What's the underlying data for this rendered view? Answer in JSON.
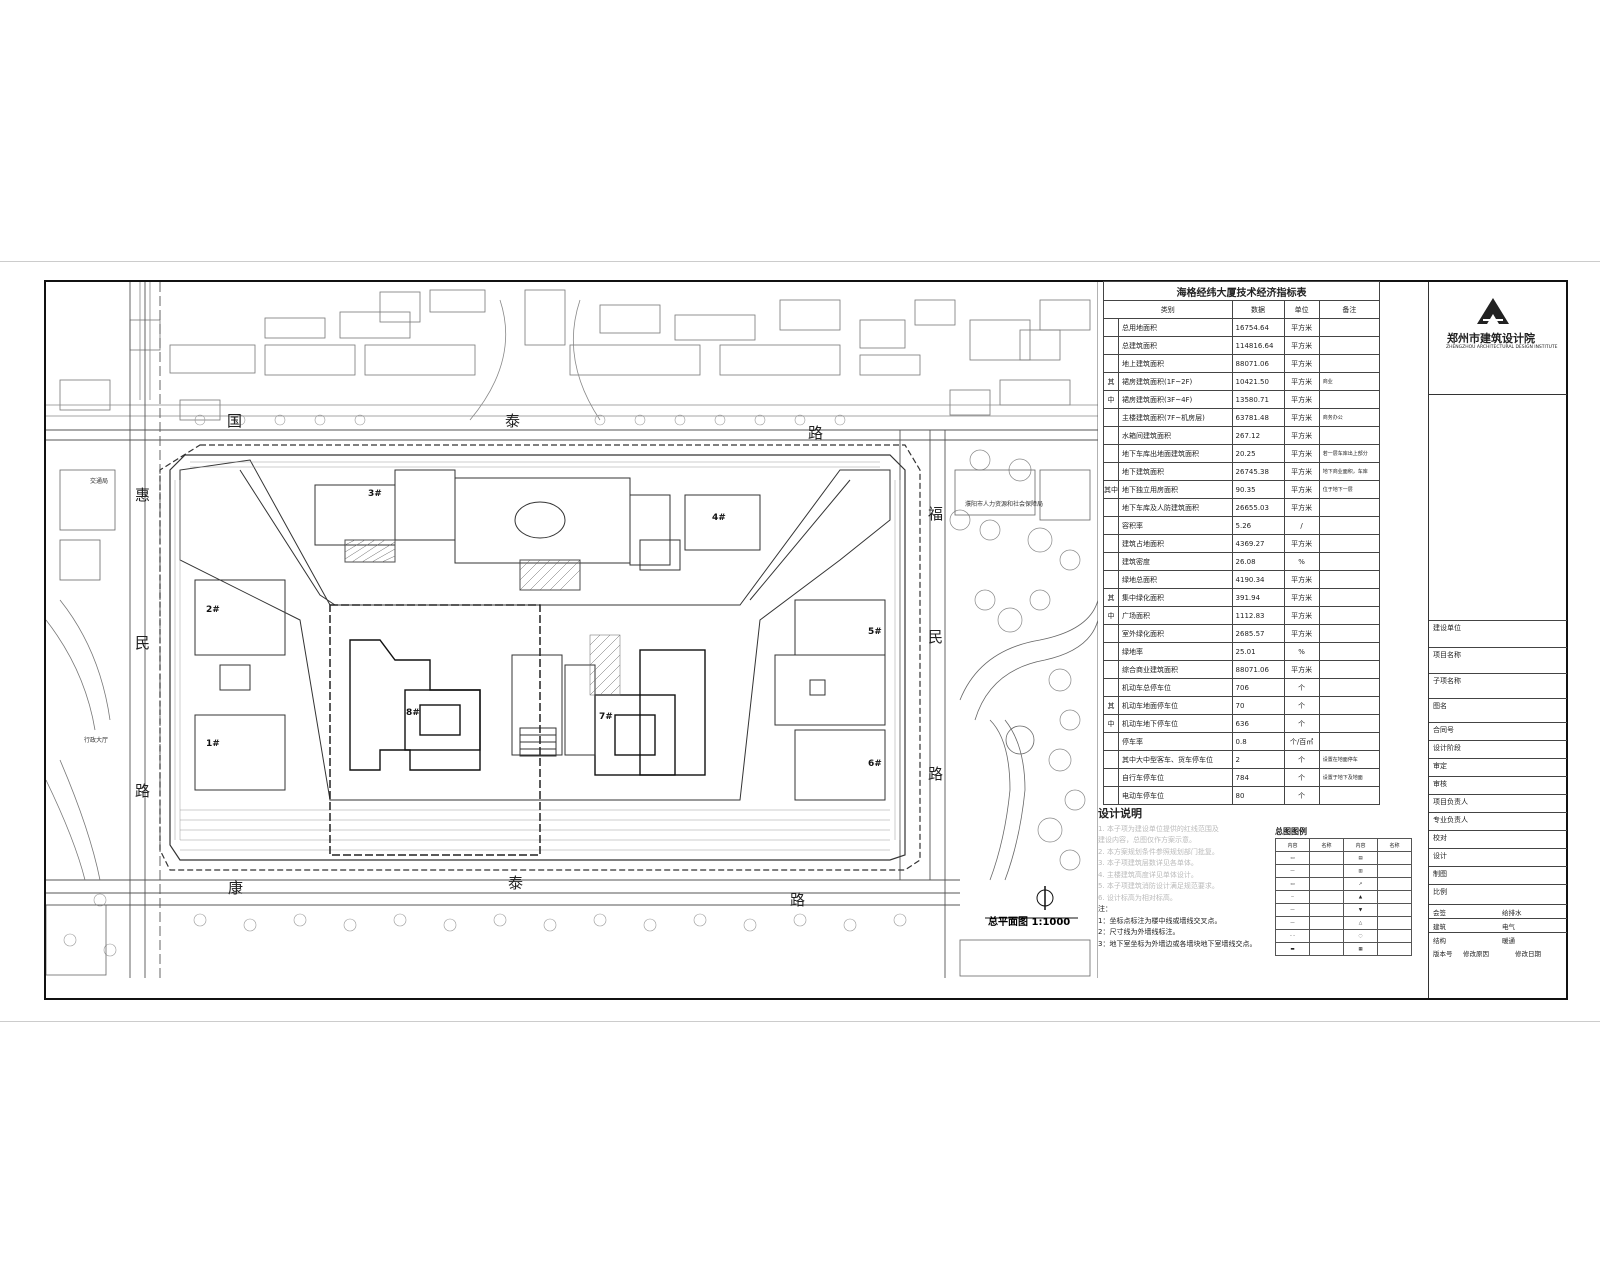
{
  "roads": {
    "north": [
      "国",
      "泰",
      "路"
    ],
    "south": [
      "康",
      "泰",
      "路"
    ],
    "west": [
      "惠",
      "民",
      "路"
    ],
    "east": [
      "福",
      "民",
      "路"
    ]
  },
  "site_labels": {
    "traffic_bureau": "交通局",
    "admin_hall": "行政大厅",
    "hr_bureau": "濮阳市人力资源和社会保障局",
    "plan_title": "总平面图 1:1000"
  },
  "buildings": {
    "b1": "1#",
    "b2": "2#",
    "b3": "3#",
    "b4": "4#",
    "b5": "5#",
    "b6": "6#",
    "b7": "7#",
    "b8": "8#"
  },
  "tech_table": {
    "caption": "海格经纬大厦技术经济指标表",
    "headers": [
      "类别",
      "数据",
      "单位",
      "备注"
    ],
    "rows": [
      {
        "side": "",
        "label": "总用地面积",
        "value": "16754.64",
        "unit": "平方米",
        "note": ""
      },
      {
        "side": "",
        "label": "总建筑面积",
        "value": "114816.64",
        "unit": "平方米",
        "note": ""
      },
      {
        "side": "",
        "label": "地上建筑面积",
        "value": "88071.06",
        "unit": "平方米",
        "note": ""
      },
      {
        "side": "其",
        "label": "裙房建筑面积(1F~2F)",
        "value": "10421.50",
        "unit": "平方米",
        "note": "商业"
      },
      {
        "side": "中",
        "label": "裙房建筑面积(3F~4F)",
        "value": "13580.71",
        "unit": "平方米",
        "note": ""
      },
      {
        "side": "",
        "label": "主楼建筑面积(7F~机房层)",
        "value": "63781.48",
        "unit": "平方米",
        "note": "商务办公"
      },
      {
        "side": "",
        "label": "水箱间建筑面积",
        "value": "267.12",
        "unit": "平方米",
        "note": ""
      },
      {
        "side": "",
        "label": "地下车库出地面建筑面积",
        "value": "20.25",
        "unit": "平方米",
        "note": "若一层车库出上部分"
      },
      {
        "side": "",
        "label": "地下建筑面积",
        "value": "26745.38",
        "unit": "平方米",
        "note": "地下商业面积，车库"
      },
      {
        "side": "其中",
        "label": "地下独立用房面积",
        "value": "90.35",
        "unit": "平方米",
        "note": "位于地下一层"
      },
      {
        "side": "",
        "label": "地下车库及人防建筑面积",
        "value": "26655.03",
        "unit": "平方米",
        "note": ""
      },
      {
        "side": "",
        "label": "容积率",
        "value": "5.26",
        "unit": "/",
        "note": ""
      },
      {
        "side": "",
        "label": "建筑占地面积",
        "value": "4369.27",
        "unit": "平方米",
        "note": ""
      },
      {
        "side": "",
        "label": "建筑密度",
        "value": "26.08",
        "unit": "%",
        "note": ""
      },
      {
        "side": "",
        "label": "绿地总面积",
        "value": "4190.34",
        "unit": "平方米",
        "note": ""
      },
      {
        "side": "其",
        "label": "集中绿化面积",
        "value": "391.94",
        "unit": "平方米",
        "note": ""
      },
      {
        "side": "中",
        "label": "广场面积",
        "value": "1112.83",
        "unit": "平方米",
        "note": ""
      },
      {
        "side": "",
        "label": "室外绿化面积",
        "value": "2685.57",
        "unit": "平方米",
        "note": ""
      },
      {
        "side": "",
        "label": "绿地率",
        "value": "25.01",
        "unit": "%",
        "note": ""
      },
      {
        "side": "",
        "label": "综合商业建筑面积",
        "value": "88071.06",
        "unit": "平方米",
        "note": ""
      },
      {
        "side": "",
        "label": "机动车总停车位",
        "value": "706",
        "unit": "个",
        "note": ""
      },
      {
        "side": "其",
        "label": "机动车地面停车位",
        "value": "70",
        "unit": "个",
        "note": ""
      },
      {
        "side": "中",
        "label": "机动车地下停车位",
        "value": "636",
        "unit": "个",
        "note": ""
      },
      {
        "side": "",
        "label": "停车率",
        "value": "0.8",
        "unit": "个/百㎡",
        "note": ""
      },
      {
        "side": "",
        "label": "其中大中型客车、货车停车位",
        "value": "2",
        "unit": "个",
        "note": "设置在地面停车"
      },
      {
        "side": "",
        "label": "自行车停车位",
        "value": "784",
        "unit": "个",
        "note": "设置于地下及地面"
      },
      {
        "side": "",
        "label": "电动车停车位",
        "value": "80",
        "unit": "个",
        "note": ""
      }
    ]
  },
  "design_notes": {
    "title": "设计说明",
    "faint_lines": [
      "1. 本子项为建设单位提供的红线范围及",
      "   建设内容，总图仅作方案示意。",
      "2. 本方案规划条件参照规划部门批复。",
      "3. 本子项建筑层数详见各单体。",
      "4. 主楼建筑高度详见单体设计。",
      "5. 本子项建筑消防设计满足规范要求。",
      "6. 设计标高为相对标高。"
    ],
    "footnotes_title": "注：",
    "footnotes": [
      "1：坐标点标注为楼中线或墙线交叉点。",
      "2：尺寸线为外墙线标注。",
      "3：地下室坐标为外墙边或各墙块地下室墙线交点。"
    ]
  },
  "legend": {
    "title": "总图图例",
    "headers": [
      "内容",
      "名称",
      "内容",
      "名称"
    ]
  },
  "title_block": {
    "institute": "郑州市建筑设计院",
    "institute_en": "ZHENGZHOU ARCHITECTURAL DESIGN INSTITUTE",
    "fields": [
      {
        "label": "建设单位",
        "value": ""
      },
      {
        "label": "项目名称",
        "value": ""
      },
      {
        "label": "子项名称",
        "value": ""
      },
      {
        "label": "图名",
        "value": ""
      },
      {
        "label": "合同号",
        "value": ""
      },
      {
        "label": "设计阶段",
        "value": ""
      },
      {
        "label": "审定",
        "value": ""
      },
      {
        "label": "审核",
        "value": ""
      },
      {
        "label": "项目负责人",
        "value": ""
      },
      {
        "label": "专业负责人",
        "value": ""
      },
      {
        "label": "校对",
        "value": ""
      },
      {
        "label": "设计",
        "value": ""
      },
      {
        "label": "制图",
        "value": ""
      },
      {
        "label": "比例",
        "value": ""
      }
    ],
    "sign_labels": [
      "会签",
      "给排水",
      "建筑",
      "电气",
      "结构",
      "暖通"
    ],
    "version_labels": [
      "版本号",
      "修改原因",
      "修改日期"
    ]
  }
}
